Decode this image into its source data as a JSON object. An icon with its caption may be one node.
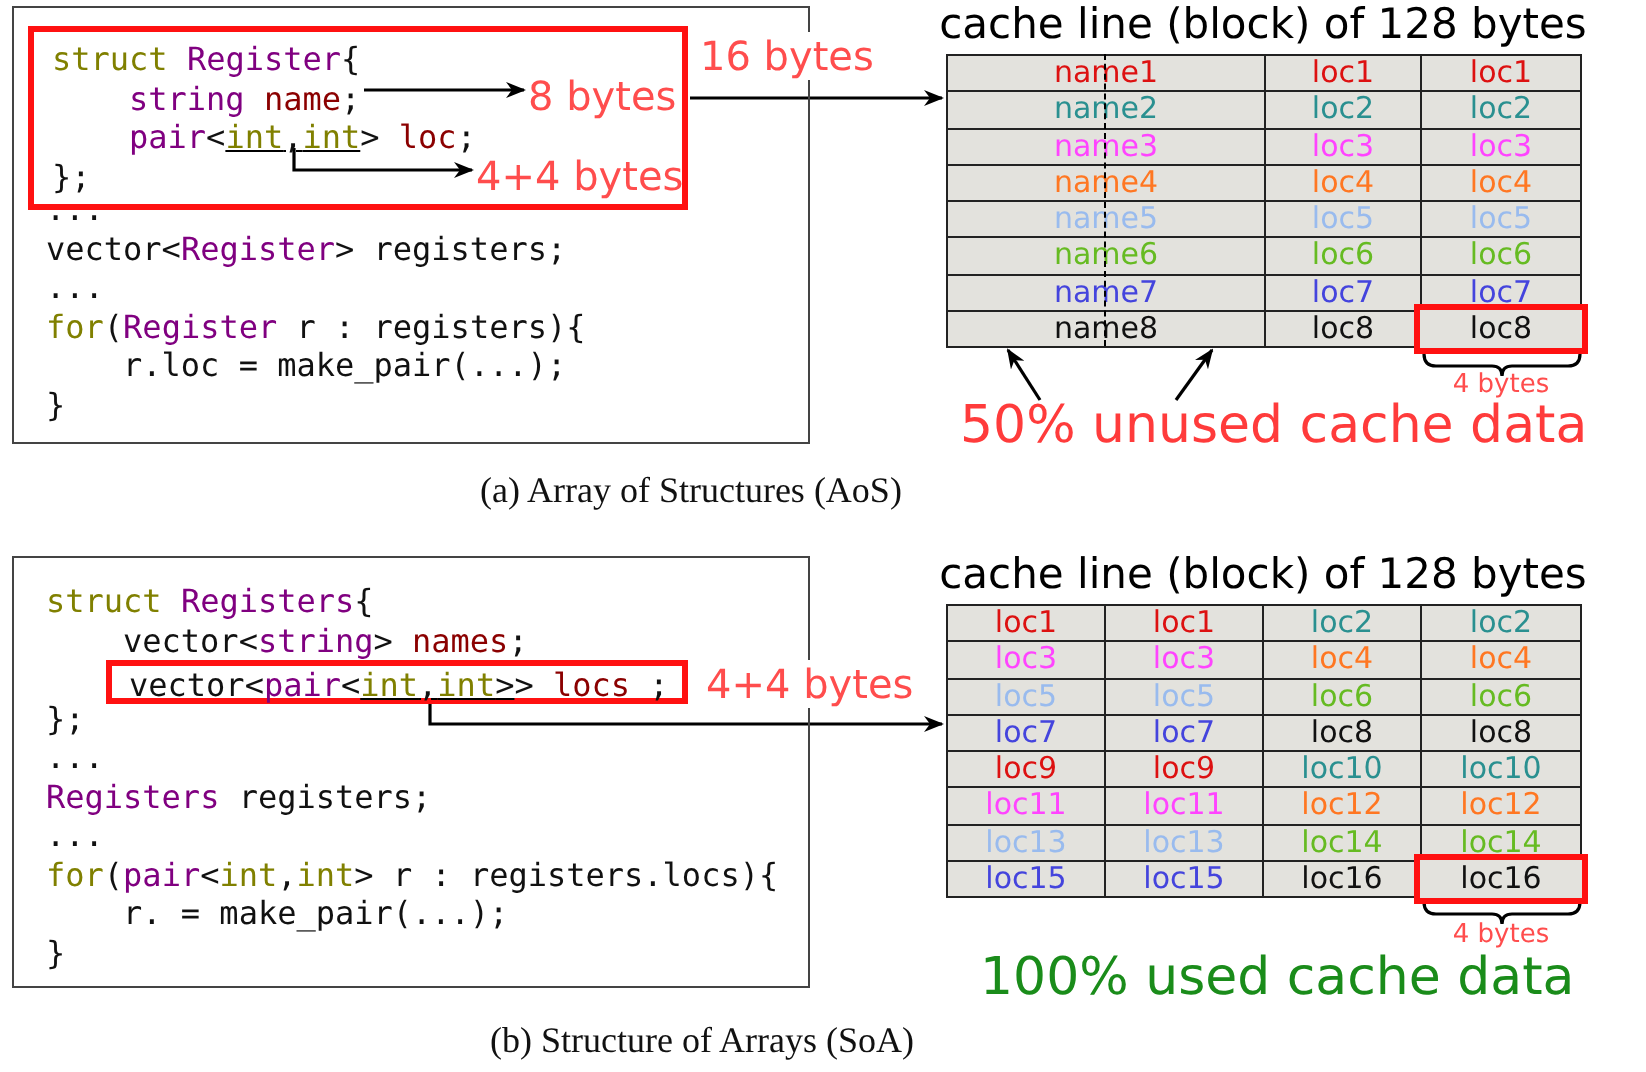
{
  "diagram": {
    "nodes": [
      {
        "text": [
          "...",
          "vector<Register> registers;",
          "...",
          "for(Register r : registers){",
          "r.loc = make_pair(...);",
          "}"
        ]
      },
      {
        "text": [
          "struct Register{",
          "string name;",
          "pair<int,int> loc;",
          "};"
        ],
        "in": 0
      },
      {
        "text": [
          "8 bytes"
        ],
        "in": 1
      },
      {
        "text": [
          "4+4 bytes"
        ],
        "in": 1
      },
      {
        "text": [
          "cache line (block) of 128 bytes",
          "name1",
          "loc1",
          "loc1",
          "name2",
          "loc2",
          "loc2",
          "name3",
          "loc3",
          "loc3",
          "name4",
          "loc4",
          "loc4",
          "name5",
          "loc5",
          "loc5",
          "name6",
          "loc6",
          "loc6",
          "name7",
          "loc7",
          "loc7",
          "name8",
          "loc8"
        ]
      },
      {
        "text": [
          "loc8"
        ],
        "in": 4,
        "beside": [
          "4 bytes"
        ]
      },
      {
        "text": [
          "50% unused cache data"
        ]
      },
      {
        "text": [
          "struct Registers{",
          "vector<string> names;",
          "};",
          "...",
          "Registers registers;",
          "...",
          "for(pair<int,int> r : registers.locs){",
          "r. = make_pair(...);",
          "}"
        ]
      },
      {
        "text": [
          "vector<pair<int,int>> locs ;"
        ],
        "in": 7
      },
      {
        "text": [
          "cache line (block) of 128 bytes",
          "loc1",
          "loc1",
          "loc2",
          "loc2",
          "loc3",
          "loc3",
          "loc4",
          "loc4",
          "loc5",
          "loc5",
          "loc6",
          "loc6",
          "loc7",
          "loc7",
          "loc8",
          "loc8",
          "loc9",
          "loc9",
          "loc10",
          "loc10",
          "loc11",
          "loc11",
          "loc12",
          "loc12",
          "loc13",
          "loc13",
          "loc14",
          "loc14",
          "loc15",
          "loc15",
          "loc16"
        ]
      },
      {
        "text": [
          "loc16"
        ],
        "in": 9,
        "beside": [
          "4 bytes"
        ]
      }
    ],
    "edges": [
      {
        "from": null,
        "to": 2,
        "arrow": "to"
      },
      {
        "from": null,
        "to": 3,
        "arrow": "to"
      },
      {
        "from": 1,
        "to": 4,
        "arrow": "to",
        "label": "16 bytes"
      },
      {
        "from": 6,
        "to": 4,
        "arrow": "to"
      },
      {
        "from": 6,
        "to": 4,
        "arrow": "to"
      },
      {
        "from": 8,
        "to": 9,
        "arrow": "to",
        "label": "4+4 bytes"
      }
    ],
    "labels": [
      "(a) Array of Structures (AoS)",
      "100% used cache data",
      "(b) Structure of Arrays (SoA)"
    ]
  }
}
